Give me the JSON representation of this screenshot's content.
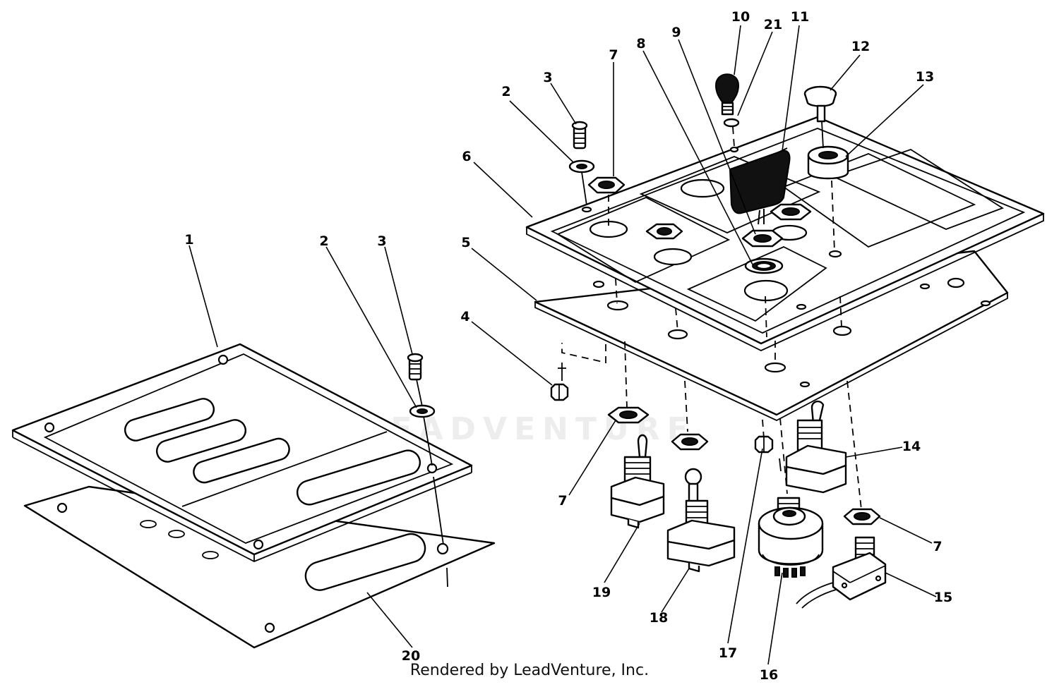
{
  "credit": "Rendered by LeadVenture, Inc.",
  "watermark": "LEADVENTURE",
  "callouts": {
    "n1": "1",
    "n2a": "2",
    "n3a": "3",
    "n20": "20",
    "n2b": "2",
    "n3b": "3",
    "n4": "4",
    "n5": "5",
    "n6": "6",
    "n7a": "7",
    "n7b": "7",
    "n7c": "7",
    "n8": "8",
    "n9": "9",
    "n10": "10",
    "n11": "11",
    "n12": "12",
    "n13": "13",
    "n14": "14",
    "n15": "15",
    "n16": "16",
    "n17": "17",
    "n18": "18",
    "n19": "19",
    "n21": "21"
  }
}
